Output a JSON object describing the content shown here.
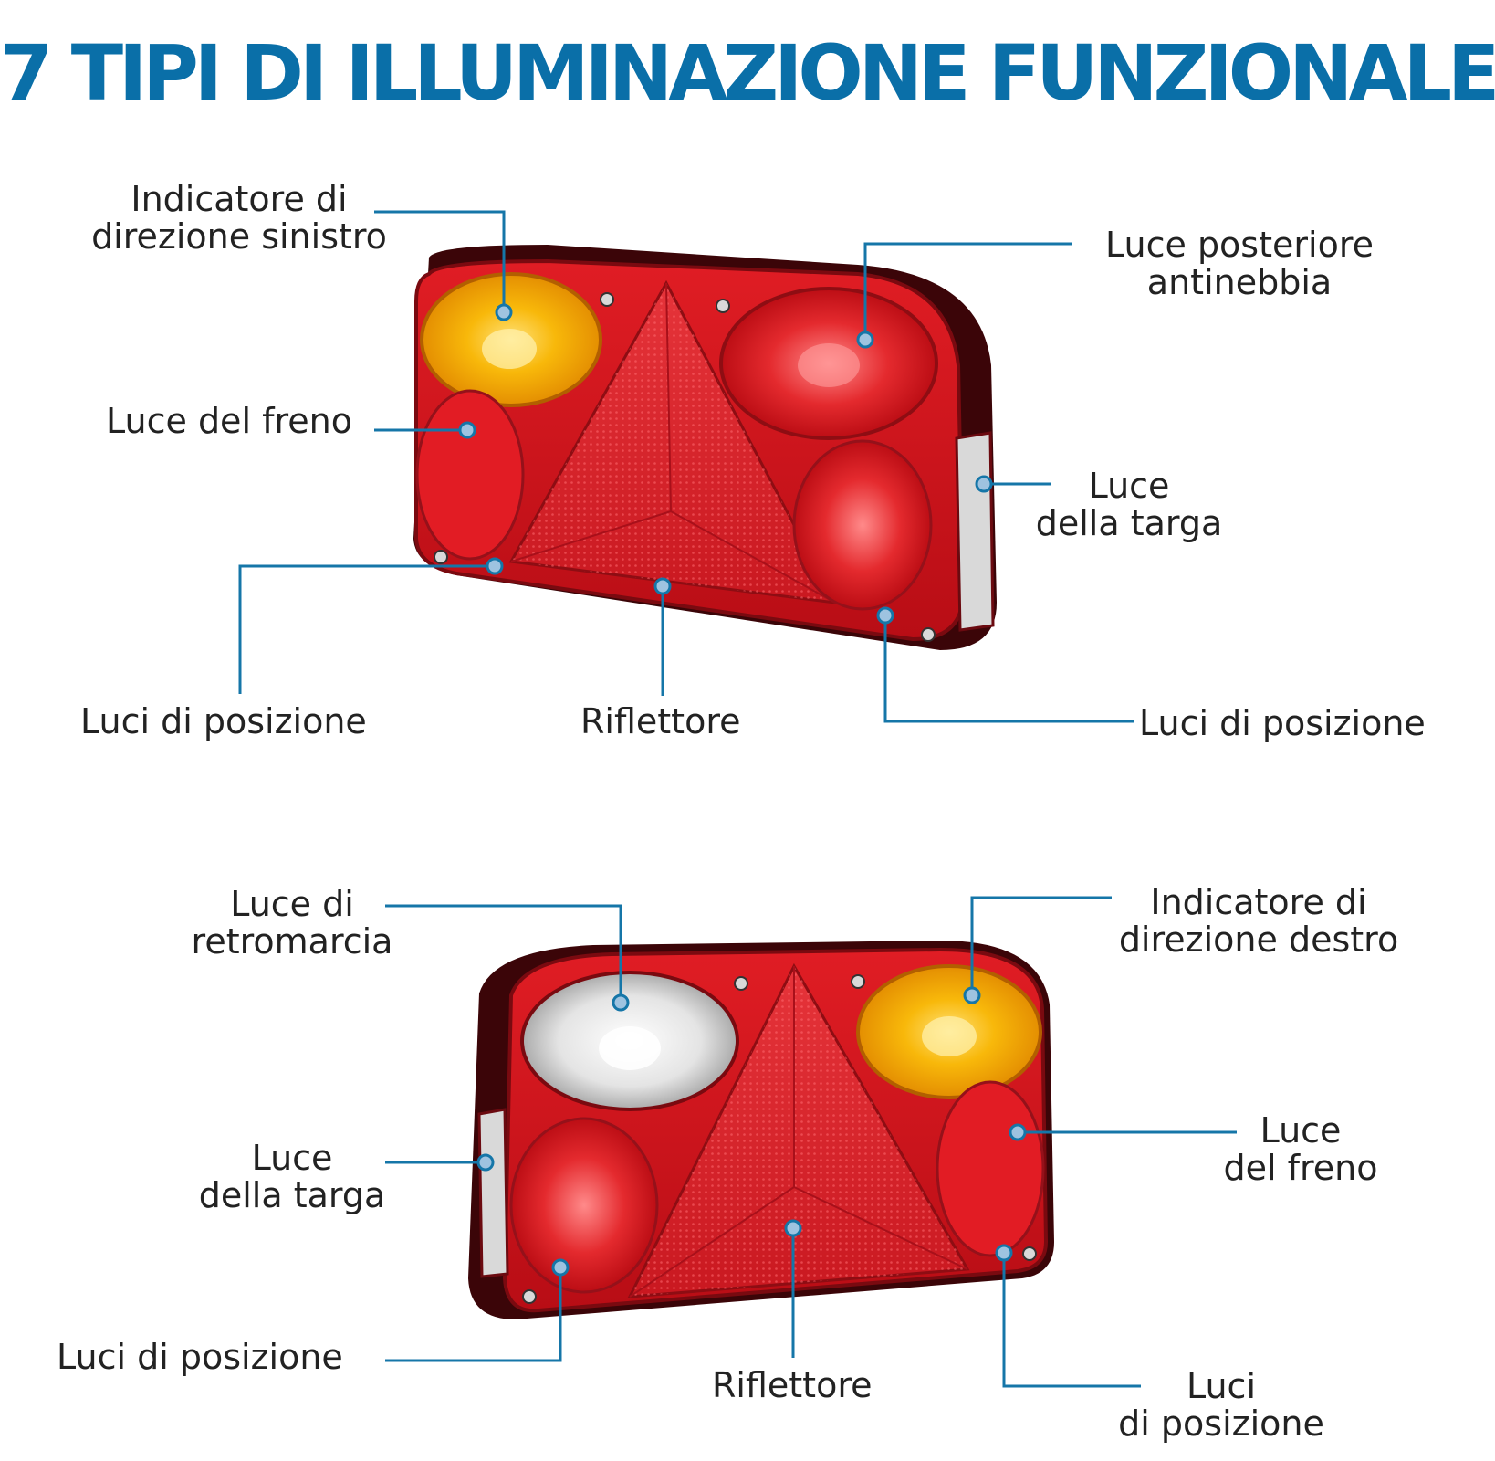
{
  "title": "7 TIPI DI ILLUMINAZIONE FUNZIONALE",
  "colors": {
    "title": "#0a6fa8",
    "leader_line": "#1576a8",
    "lamp_red": "#d8131c",
    "lamp_dark": "#5a0a0e",
    "amber": "#f5a300",
    "clear_lens": "#e9e9e9",
    "text": "#222222"
  },
  "top_lamp": {
    "labels": {
      "left_indicator": [
        "Indicatore di",
        "direzione sinistro"
      ],
      "brake": "Luce del freno",
      "position_left": "Luci di posizione",
      "reflector": "Riflettore",
      "position_right": "Luci di posizione",
      "fog": [
        "Luce posteriore",
        "antinebbia"
      ],
      "plate": [
        "Luce",
        "della targa"
      ]
    }
  },
  "bottom_lamp": {
    "labels": {
      "reverse": [
        "Luce di",
        "retromarcia"
      ],
      "plate": [
        "Luce",
        "della targa"
      ],
      "position_left": "Luci di posizione",
      "reflector": "Riflettore",
      "right_indicator": [
        "Indicatore di",
        "direzione destro"
      ],
      "brake": [
        "Luce",
        "del freno"
      ],
      "position_right": [
        "Luci",
        "di posizione"
      ]
    }
  }
}
